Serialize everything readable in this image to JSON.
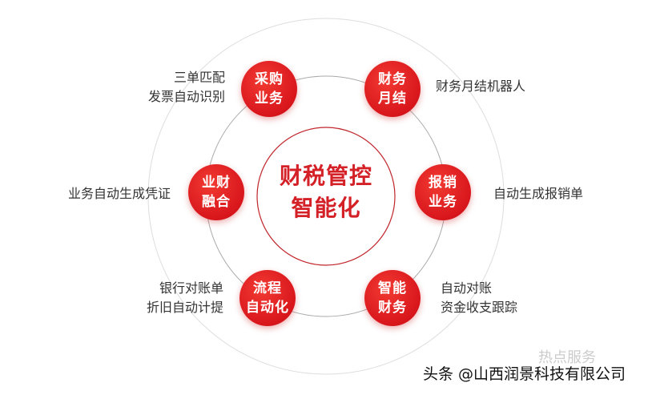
{
  "center_title": [
    "财税管控",
    "智能化"
  ],
  "nodes": [
    {
      "lines": [
        "采购",
        "业务"
      ],
      "desc": [
        "三单匹配",
        "发票自动识别"
      ]
    },
    {
      "lines": [
        "财务",
        "月结"
      ],
      "desc": [
        "财务月结机器人"
      ]
    },
    {
      "lines": [
        "业财",
        "融合"
      ],
      "desc": [
        "业务自动生成凭证"
      ]
    },
    {
      "lines": [
        "报销",
        "业务"
      ],
      "desc": [
        "自动生成报销单"
      ]
    },
    {
      "lines": [
        "流程",
        "自动化"
      ],
      "desc": [
        "银行对账单",
        "折旧自动计提"
      ]
    },
    {
      "lines": [
        "智能",
        "财务"
      ],
      "desc": [
        "自动对账",
        "资金收支跟踪"
      ]
    }
  ],
  "watermark": "热点服务",
  "credit": "头条 @山西润景科技有限公司",
  "colors": {
    "accent": "#d8161c",
    "ring": "#bbbbbb",
    "inner_ring": "#c0262c"
  }
}
